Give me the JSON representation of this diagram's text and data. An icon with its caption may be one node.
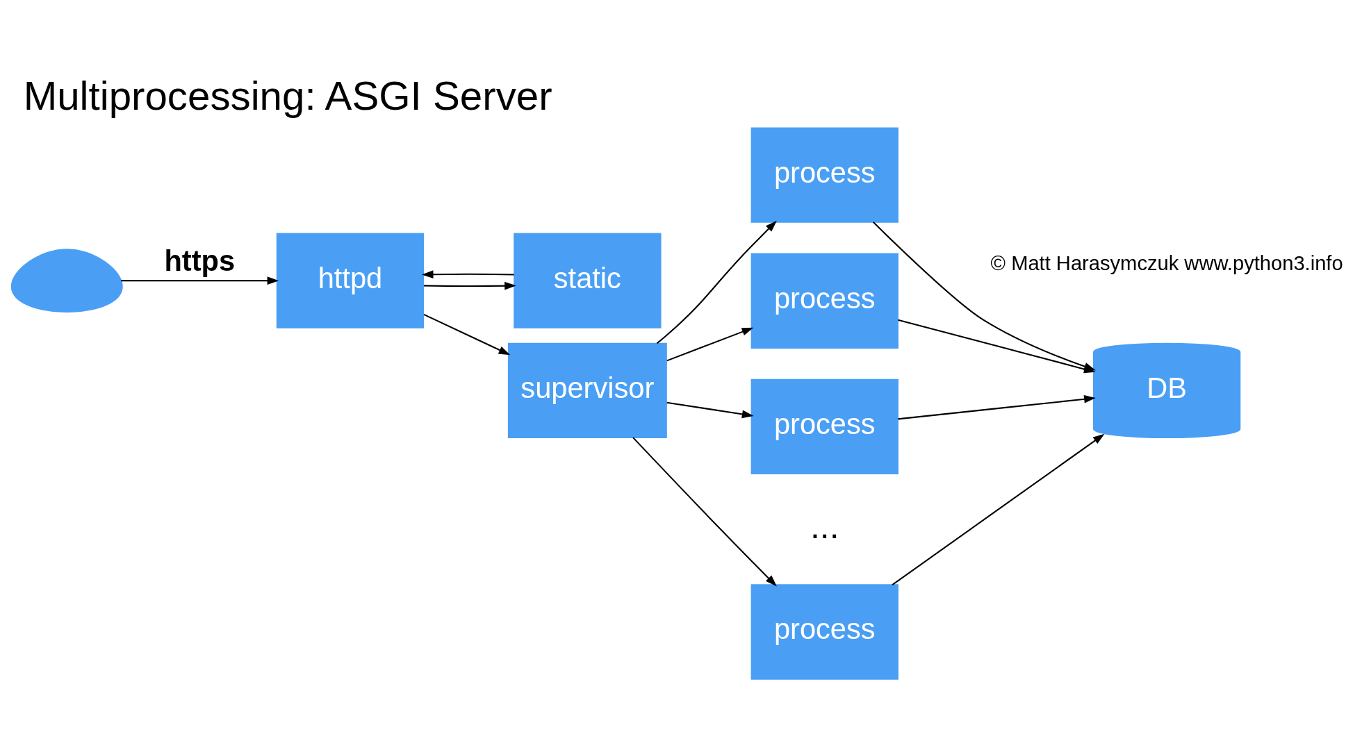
{
  "diagram": {
    "title": "Multiprocessing: ASGI Server",
    "nodes": [
      {
        "text": [],
        "shape": "cloud"
      },
      {
        "text": [
          "httpd"
        ]
      },
      {
        "text": [
          "static"
        ]
      },
      {
        "text": [
          "supervisor"
        ]
      },
      {
        "text": [
          "process"
        ]
      },
      {
        "text": [
          "process"
        ]
      },
      {
        "text": [
          "process"
        ]
      },
      {
        "text": [
          "process"
        ]
      },
      {
        "text": [
          "DB"
        ]
      }
    ],
    "edges": [
      {
        "from": 0,
        "to": 1,
        "arrow": "to",
        "label": "https"
      },
      {
        "from": 1,
        "to": 2,
        "arrow": "to"
      },
      {
        "from": 2,
        "to": 1,
        "arrow": "to"
      },
      {
        "from": 1,
        "to": 3,
        "arrow": "to"
      },
      {
        "from": 3,
        "to": 4,
        "arrow": "to"
      },
      {
        "from": 3,
        "to": 5,
        "arrow": "to"
      },
      {
        "from": 3,
        "to": 6,
        "arrow": "to"
      },
      {
        "from": 3,
        "to": 7,
        "arrow": "to"
      },
      {
        "from": 4,
        "to": 8,
        "arrow": "to"
      },
      {
        "from": 5,
        "to": 8,
        "arrow": "to"
      },
      {
        "from": 6,
        "to": 8,
        "arrow": "to"
      },
      {
        "from": 7,
        "to": 8,
        "arrow": "to"
      }
    ],
    "labels": [
      "© Matt Harasymczuk www.python3.info",
      "..."
    ]
  }
}
